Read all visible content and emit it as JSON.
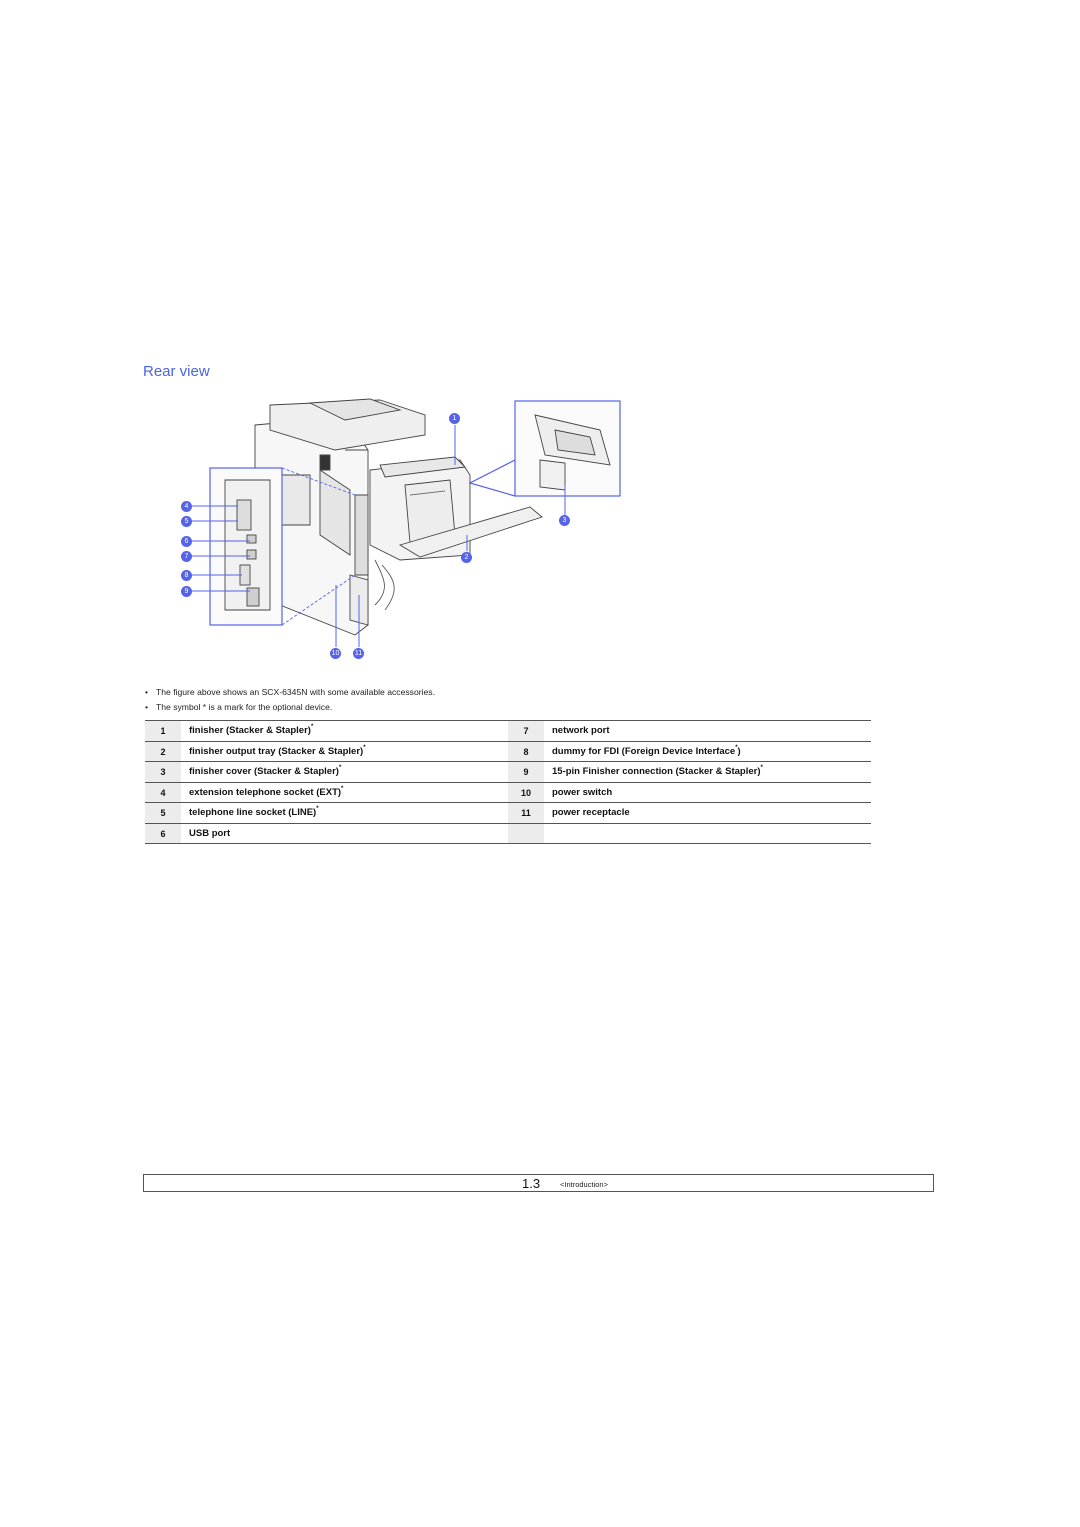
{
  "section": {
    "heading": "Rear view"
  },
  "figure": {
    "callouts": [
      "1",
      "2",
      "3",
      "4",
      "5",
      "6",
      "7",
      "8",
      "9",
      "10",
      "11"
    ],
    "accent_color": "#5563e8"
  },
  "notes": [
    "The figure above shows an SCX-6345N with some available accessories.",
    "The symbol * is a mark for the optional device."
  ],
  "parts": {
    "rows": [
      {
        "left_num": "1",
        "left_label": "finisher (Stacker & Stapler)",
        "left_mark": "*",
        "right_num": "7",
        "right_label": "network port",
        "right_mark": ""
      },
      {
        "left_num": "2",
        "left_label": "finisher output tray (Stacker & Stapler)",
        "left_mark": "*",
        "right_num": "8",
        "right_label": "dummy for FDI (Foreign Device Interface",
        "right_mark": "*",
        "right_suffix": ")"
      },
      {
        "left_num": "3",
        "left_label": "finisher cover (Stacker & Stapler)",
        "left_mark": "*",
        "right_num": "9",
        "right_label": "15-pin Finisher connection (Stacker & Stapler)",
        "right_mark": "*"
      },
      {
        "left_num": "4",
        "left_label": "extension telephone socket (EXT)",
        "left_mark": "*",
        "right_num": "10",
        "right_label": "power switch",
        "right_mark": ""
      },
      {
        "left_num": "5",
        "left_label": "telephone line socket (LINE)",
        "left_mark": "*",
        "right_num": "11",
        "right_label": "power receptacle",
        "right_mark": ""
      },
      {
        "left_num": "6",
        "left_label": "USB port",
        "left_mark": "",
        "right_num": "",
        "right_label": "",
        "right_mark": ""
      }
    ]
  },
  "footer": {
    "page_number": "1.3",
    "chapter": "<Introduction>"
  }
}
